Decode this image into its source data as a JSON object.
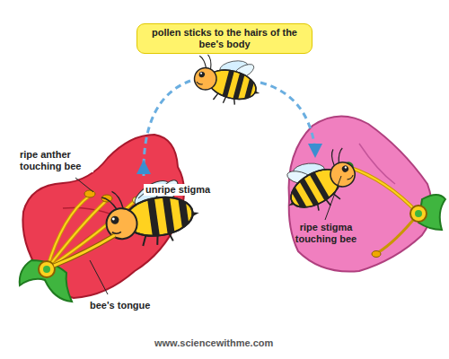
{
  "diagram": {
    "nodes": [
      {
        "text": [
          "pollen sticks to the hairs of the bee's body"
        ]
      }
    ],
    "labels": [
      "ripe anther touching bee",
      "unripe stigma",
      "bee's tongue",
      "ripe stigma touching bee",
      "www.sciencewithme.com"
    ]
  }
}
